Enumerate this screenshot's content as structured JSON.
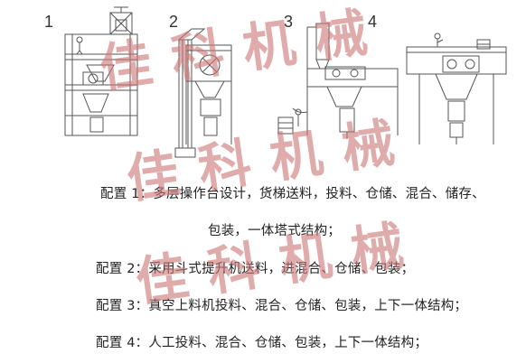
{
  "panels": [
    "1",
    "2",
    "3",
    "4"
  ],
  "configs": {
    "c1_line1": "配置 1：多层操作台设计，货梯送料，投料、仓储、混合、储存、",
    "c1_line2": "包装，一体塔式结构；",
    "c2": "配置 2：采用斗式提升机送料，进混合、仓储、包装；",
    "c3": "配置 3：真空上料机投料、混合、仓储、包装，上下一体结构；",
    "c4": "配置 4：人工投料、混合、仓储、包装，上下一体结构；"
  },
  "watermark": {
    "text": "佳科机械",
    "color": "#cd7878"
  },
  "line_color": "#555555"
}
